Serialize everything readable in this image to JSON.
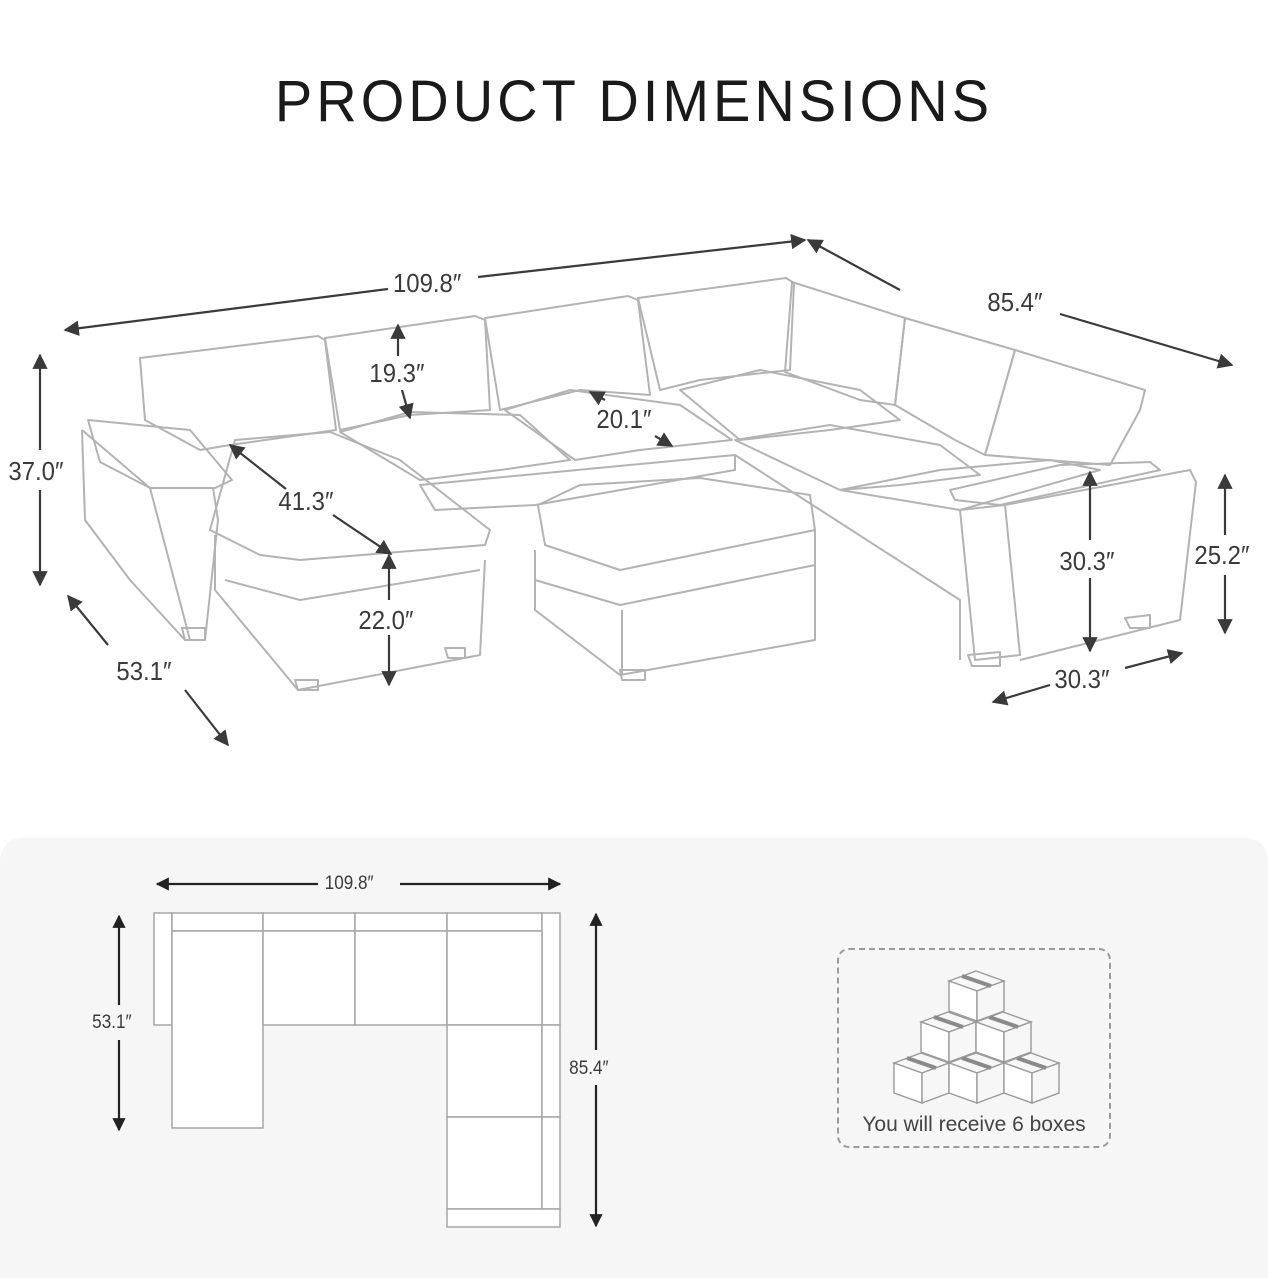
{
  "header": {
    "title": "PRODUCT DIMENSIONS"
  },
  "perspective_view": {
    "dimensions": {
      "total_width": "109.8″",
      "total_depth_right": "85.4″",
      "total_height": "37.0″",
      "back_cushion_height": "19.3″",
      "seat_depth": "20.1″",
      "chaise_length": "41.3″",
      "seat_height": "22.0″",
      "chaise_depth": "53.1″",
      "arm_height_inner": "30.3″",
      "arm_height_outer": "25.2″",
      "arm_width": "30.3″"
    }
  },
  "top_view": {
    "width": "109.8″",
    "left_depth": "53.1″",
    "right_depth": "85.4″"
  },
  "shipping": {
    "caption": "You will receive 6 boxes",
    "box_count": 6,
    "icon": "stacked-boxes-icon"
  },
  "colors": {
    "line": "#b0b0b0",
    "arrow": "#3a3a3a",
    "panel": "#f6f6f6",
    "title": "#1a1a1a"
  }
}
